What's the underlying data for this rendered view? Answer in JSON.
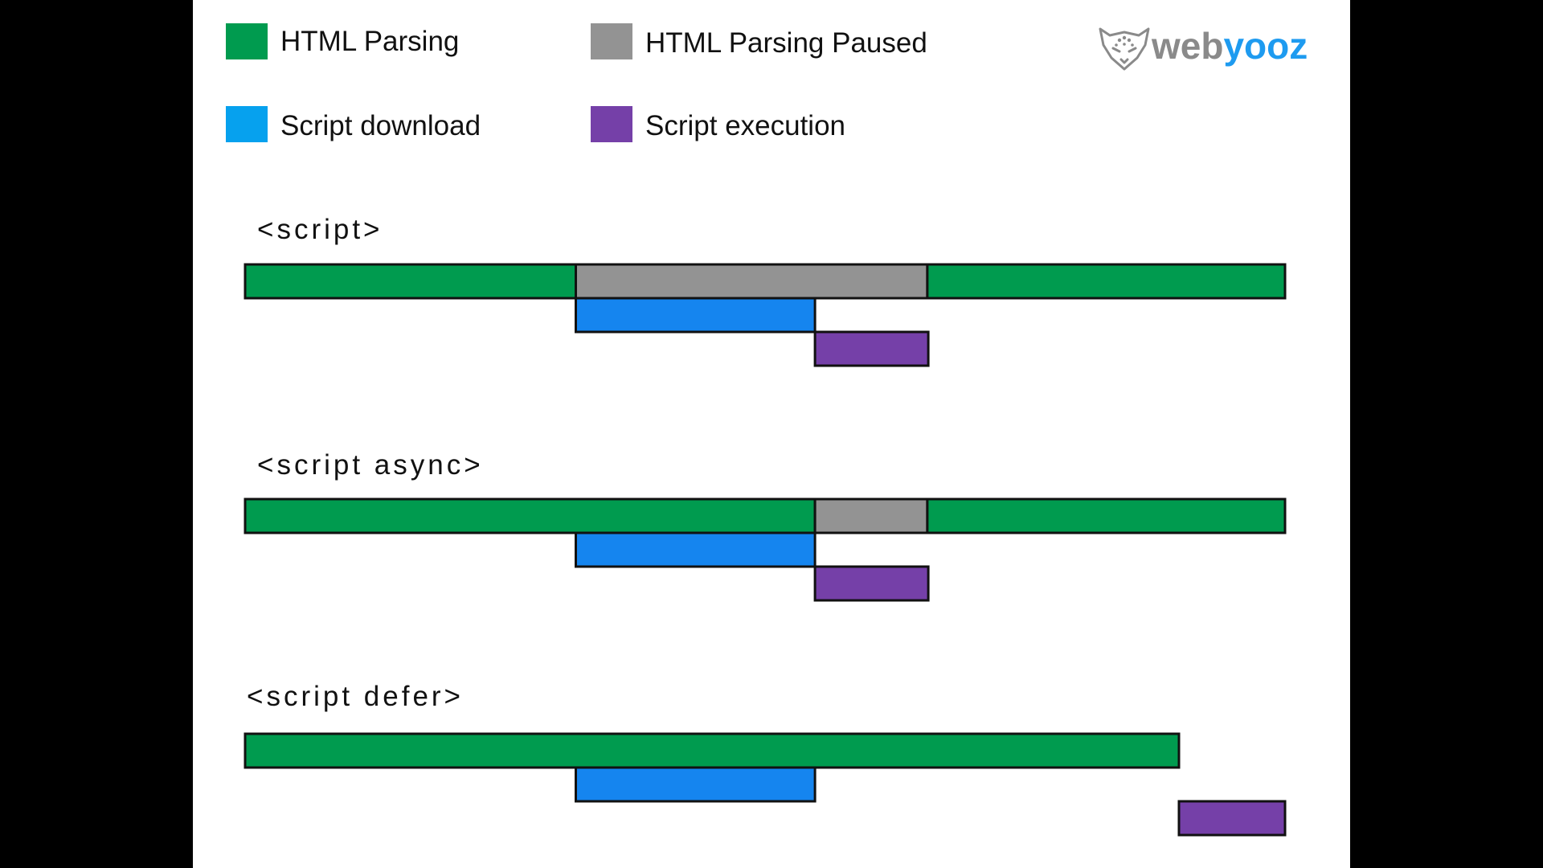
{
  "colors": {
    "parsing": "#009b4f",
    "paused": "#939393",
    "download": "#1585ef",
    "execution": "#7540a8",
    "legend_download": "#06a1ee",
    "outline": "#111111",
    "logo_gray": "#8a8a8a",
    "logo_blue": "#1e9bf0"
  },
  "legend": [
    {
      "key": "parsing",
      "label": "HTML Parsing",
      "color": "#009b4f"
    },
    {
      "key": "paused",
      "label": "HTML Parsing Paused",
      "color": "#939393"
    },
    {
      "key": "download",
      "label": "Script download",
      "color": "#06a1ee"
    },
    {
      "key": "execution",
      "label": "Script execution",
      "color": "#7540a8"
    }
  ],
  "logo": {
    "icon": "leopard-head-icon",
    "text_web": "web",
    "text_yooz": "yooz"
  },
  "timeline": {
    "min": 0,
    "max": 100,
    "sections": [
      {
        "title": "<script>",
        "bars": [
          {
            "type": "parsing",
            "lane": 0,
            "start": 0,
            "end": 31.8
          },
          {
            "type": "paused",
            "lane": 0,
            "start": 31.8,
            "end": 65.6
          },
          {
            "type": "parsing",
            "lane": 0,
            "start": 65.6,
            "end": 100
          },
          {
            "type": "download",
            "lane": 1,
            "start": 31.8,
            "end": 54.8
          },
          {
            "type": "execution",
            "lane": 2,
            "start": 54.8,
            "end": 65.7
          }
        ]
      },
      {
        "title": "<script async>",
        "bars": [
          {
            "type": "parsing",
            "lane": 0,
            "start": 0,
            "end": 54.8
          },
          {
            "type": "paused",
            "lane": 0,
            "start": 54.8,
            "end": 65.6
          },
          {
            "type": "parsing",
            "lane": 0,
            "start": 65.6,
            "end": 100
          },
          {
            "type": "download",
            "lane": 1,
            "start": 31.8,
            "end": 54.8
          },
          {
            "type": "execution",
            "lane": 2,
            "start": 54.8,
            "end": 65.7
          }
        ]
      },
      {
        "title": "<script defer>",
        "bars": [
          {
            "type": "parsing",
            "lane": 0,
            "start": 0,
            "end": 89.8
          },
          {
            "type": "download",
            "lane": 1,
            "start": 31.8,
            "end": 54.8
          },
          {
            "type": "execution",
            "lane": 2,
            "start": 89.8,
            "end": 100
          }
        ]
      }
    ]
  }
}
